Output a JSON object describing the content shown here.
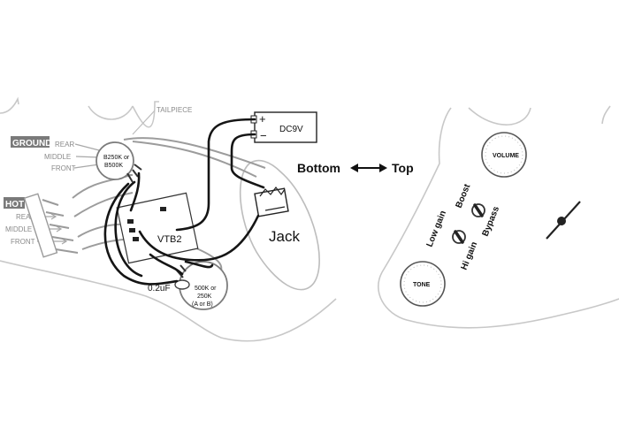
{
  "diagram": {
    "tailpiece_label": "TAILPIECE",
    "ground_label": "GROUND",
    "hot_label": "HOT",
    "ground_pickups": [
      "REAR",
      "MIDDLE",
      "FRONT"
    ],
    "hot_pickups": [
      "REAR",
      "MIDDLE",
      "FRONT"
    ],
    "volume_pot_label": [
      "B250K or",
      "B500K"
    ],
    "tone_pot_label": [
      "500K or",
      "250K",
      "(A or B)"
    ],
    "cap_label": "0.2uF",
    "circuit_label": "VTB2",
    "battery_label": "DC9V",
    "battery_plus": "+",
    "battery_minus": "−",
    "jack_label": "Jack",
    "orientation_bottom": "Bottom",
    "orientation_top": "Top",
    "knob_volume": "VOLUME",
    "knob_tone": "TONE",
    "switch_boost": "Boost",
    "switch_low_gain": "Low gain",
    "switch_bypass": "Bypass",
    "switch_hi_gain": "Hi gain"
  }
}
